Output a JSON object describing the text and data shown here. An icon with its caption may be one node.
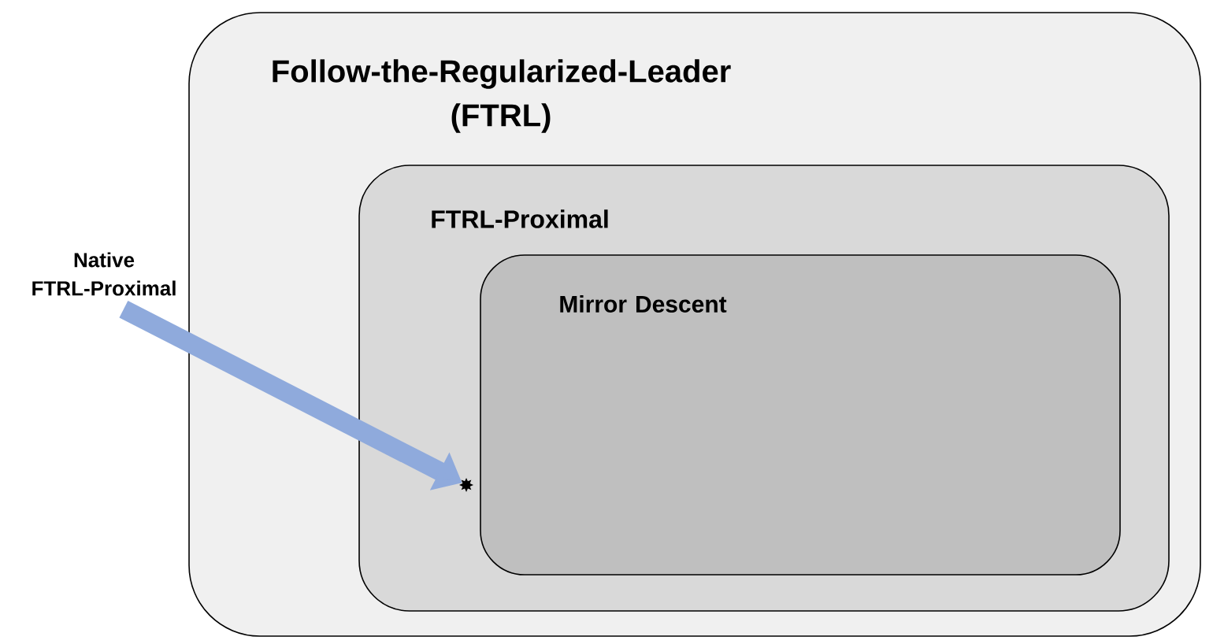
{
  "diagram": {
    "nodes": [
      {
        "text": [
          "Follow-the-Regularized-Leader (FTRL)"
        ]
      },
      {
        "text": [
          "FTRL-Proximal"
        ],
        "in": 0
      },
      {
        "text": [
          "Mirror Descent"
        ],
        "in": 1
      },
      {
        "text": [
          "Native FTRL-Proximal"
        ]
      },
      {
        "text": [],
        "shape": "star",
        "in": 1
      }
    ],
    "edges": [
      {
        "from": 3,
        "to": 4,
        "arrow": "to",
        "color": "#8faadc"
      }
    ]
  }
}
